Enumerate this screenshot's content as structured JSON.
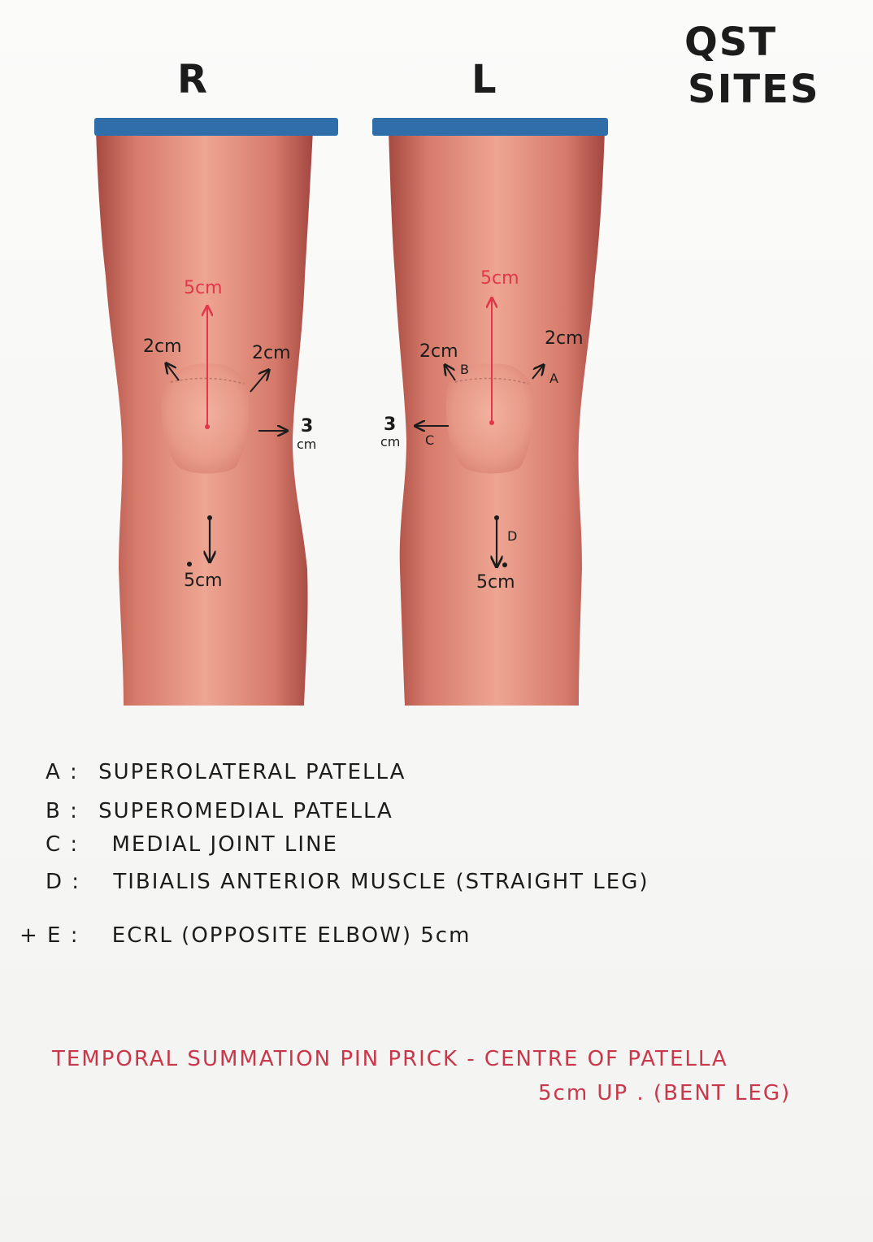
{
  "title": {
    "line1": "QST",
    "line2": "SITES"
  },
  "side_labels": {
    "right": "R",
    "left": "L"
  },
  "right_knee": {
    "up_label": "5cm",
    "upper_left": "2cm",
    "upper_right": "2cm",
    "side_value": "3",
    "side_unit": "cm",
    "down_label": "5cm"
  },
  "left_knee": {
    "up_label": "5cm",
    "upper_left": "2cm",
    "upper_left_letter": "B",
    "upper_right": "2cm",
    "upper_right_letter": "A",
    "side_value": "3",
    "side_unit": "cm",
    "side_letter": "C",
    "down_letter": "D",
    "down_label": "5cm"
  },
  "legend": [
    {
      "key": "A :",
      "text": "SUPEROLATERAL   PATELLA"
    },
    {
      "key": "B :",
      "text": "SUPEROMEDIAL   PATELLA"
    },
    {
      "key": "C :",
      "text": "MEDIAL  JOINT  LINE"
    },
    {
      "key": "D :",
      "text": "TIBIALIS  ANTERIOR MUSCLE  (STRAIGHT  LEG)"
    },
    {
      "key": "+  E :",
      "text": "ECRL  (OPPOSITE  ELBOW)  5cm"
    }
  ],
  "note": {
    "line1": "TEMPORAL  SUMMATION  PIN  PRICK  -  CENTRE  OF  PATELLA",
    "line2": "5cm  UP .  (BENT  LEG)"
  },
  "colors": {
    "ink": "#1c1c1c",
    "red_ink": "#c8384a",
    "skin": "#e58c7e",
    "shorts": "#2f6ea8"
  }
}
